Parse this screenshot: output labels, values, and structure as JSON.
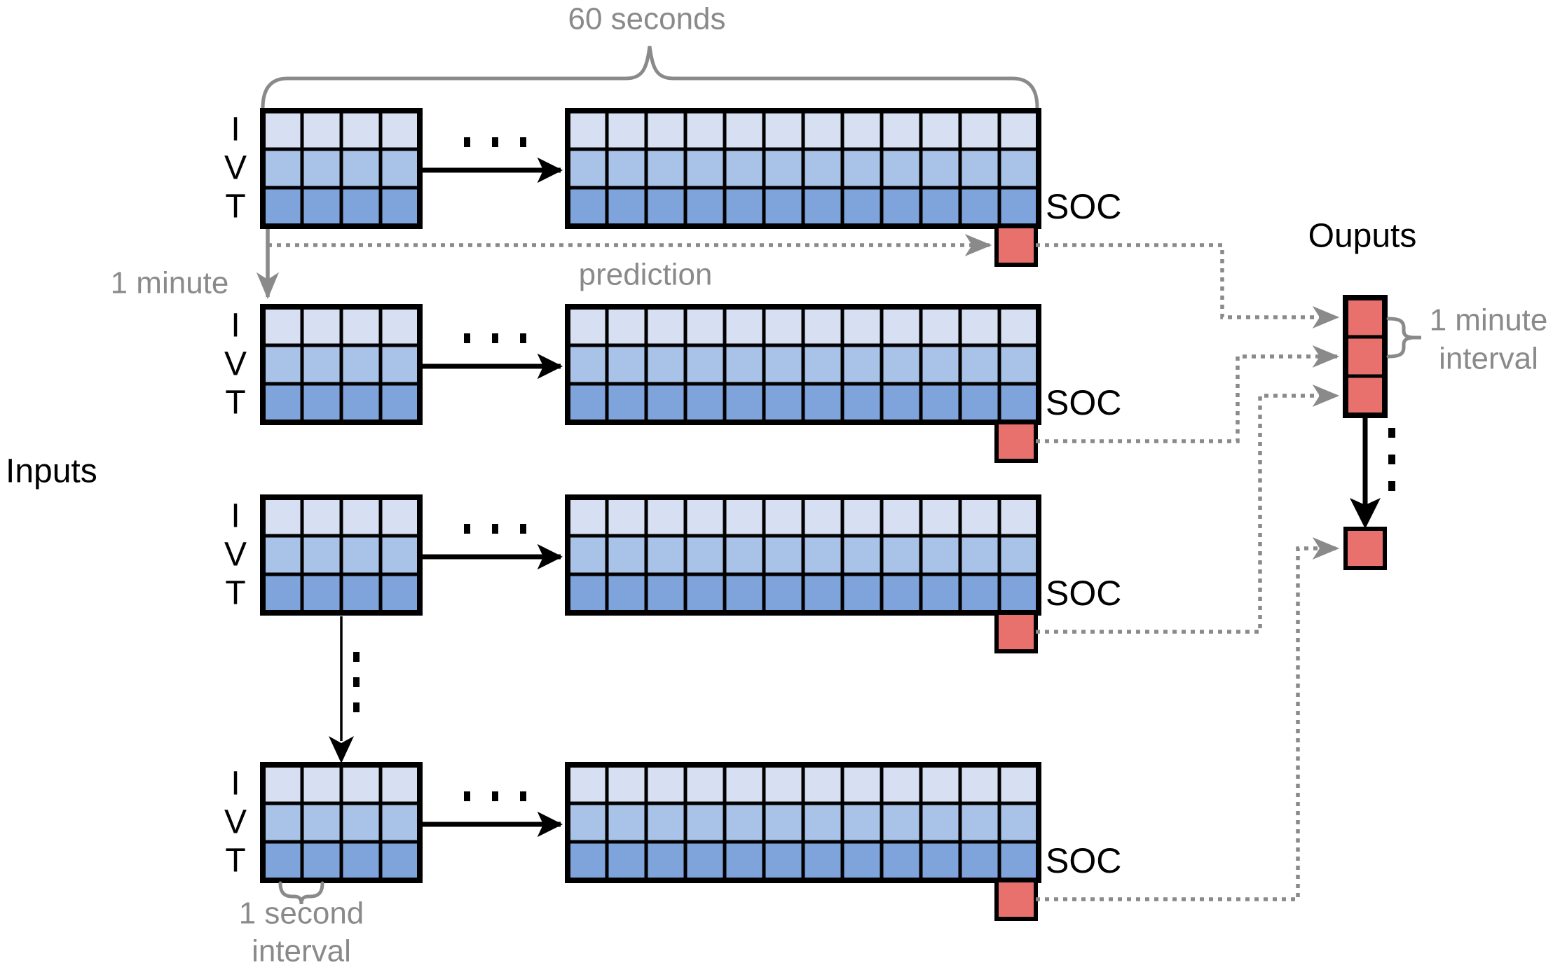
{
  "figure": {
    "top_brace_label": "60 seconds",
    "prediction_label": "prediction",
    "minute_shift_label": "1 minute",
    "inputs_label": "Inputs",
    "outputs_title": "Ouputs",
    "minute_interval_label": [
      "1 minute",
      "interval"
    ],
    "second_interval_label": [
      "1 second",
      "interval"
    ]
  },
  "rows": [
    {
      "vars": [
        "I",
        "V",
        "T"
      ],
      "soc_label": "SOC",
      "small_grid_cols": 4,
      "large_grid_cols": 12
    },
    {
      "vars": [
        "I",
        "V",
        "T"
      ],
      "soc_label": "SOC",
      "small_grid_cols": 4,
      "large_grid_cols": 12
    },
    {
      "vars": [
        "I",
        "V",
        "T"
      ],
      "soc_label": "SOC",
      "small_grid_cols": 4,
      "large_grid_cols": 12
    },
    {
      "vars": [
        "I",
        "V",
        "T"
      ],
      "soc_label": "SOC",
      "small_grid_cols": 4,
      "large_grid_cols": 12
    }
  ],
  "outputs": {
    "stacked_cells": 3,
    "final_cell": 1
  },
  "palette": {
    "cell_row_colors": [
      "#D7E0F2",
      "#A9C3E8",
      "#7EA4DB"
    ],
    "prediction_red": "#E8706D",
    "annotation_gray": "#8A8A8A",
    "line_black": "#000000"
  }
}
